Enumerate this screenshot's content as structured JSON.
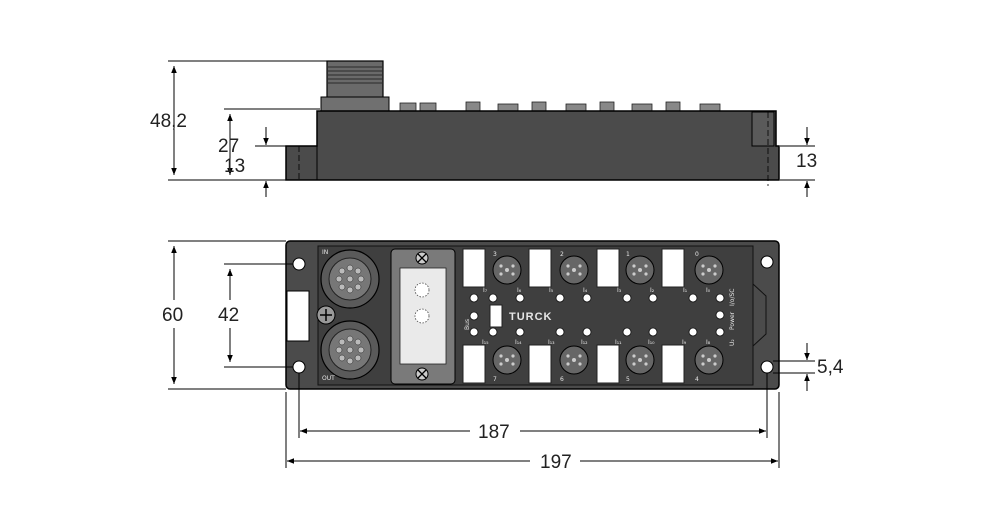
{
  "dimensions": {
    "side_total_height": "48,2",
    "side_body_height": "27",
    "side_flange_height_left": "13",
    "side_flange_height_right": "13",
    "front_height": "60",
    "front_hole_spacing_vertical": "42",
    "hole_diameter": "5,4",
    "hole_spacing_horizontal": "187",
    "total_length": "197"
  },
  "labels": {
    "port_in": "IN",
    "port_out": "OUT",
    "brand": "TURCK",
    "bus": "Bus",
    "io_sc": "I/o/SC",
    "power": "Power",
    "u": "U₂",
    "ports_top": [
      "3",
      "2",
      "1",
      "0"
    ],
    "ports_bottom": [
      "7",
      "6",
      "5",
      "4"
    ],
    "led_top": [
      "I₇",
      "I₆",
      "I₅",
      "I₄",
      "I₃",
      "I₂",
      "I₁",
      "I₀"
    ],
    "led_bottom": [
      "I₁₅",
      "I₁₄",
      "I₁₃",
      "I₁₂",
      "I₁₁",
      "I₁₀",
      "I₉",
      "I₈"
    ]
  },
  "colors": {
    "housing": "#4b4b4b",
    "line": "#000000",
    "background": "#ffffff"
  }
}
